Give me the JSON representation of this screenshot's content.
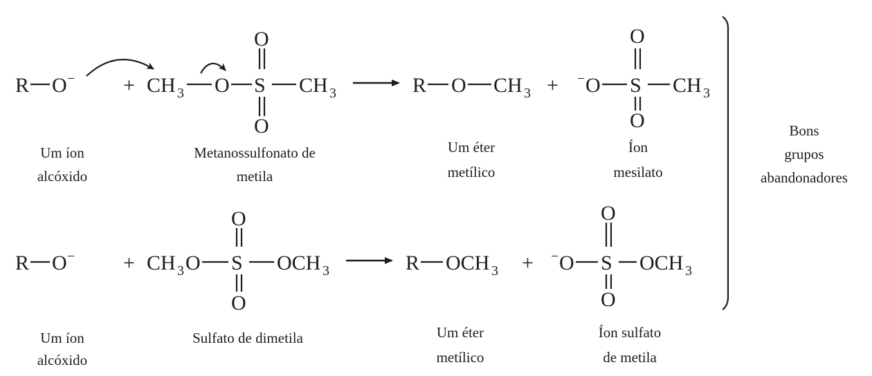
{
  "reaction1": {
    "reactant1": {
      "r": "R",
      "o": "O",
      "charge": "−"
    },
    "plus1": "+",
    "reagent": {
      "c1": "CH",
      "c1_sub": "3",
      "o": "O",
      "s": "S",
      "o_top": "O",
      "o_bottom": "O",
      "c2": "CH",
      "c2_sub": "3"
    },
    "product1": {
      "r": "R",
      "o": "O",
      "c": "CH",
      "c_sub": "3"
    },
    "plus2": "+",
    "product2": {
      "charge": "−",
      "o": "O",
      "s": "S",
      "o_top": "O",
      "o_bottom": "O",
      "c": "CH",
      "c_sub": "3"
    },
    "captions": {
      "reactant1": [
        "Um íon",
        "alcóxido"
      ],
      "reagent": [
        "Metanossulfonato de",
        "metila"
      ],
      "product1": [
        "Um éter",
        "metílico"
      ],
      "product2": [
        "Íon",
        "mesilato"
      ]
    }
  },
  "reaction2": {
    "reactant1": {
      "r": "R",
      "o": "O",
      "charge": "−"
    },
    "plus1": "+",
    "reagent": {
      "left": "CH",
      "left_sub": "3",
      "left_o": "O",
      "s": "S",
      "o_top": "O",
      "o_bottom": "O",
      "right": "OCH",
      "right_sub": "3"
    },
    "product1": {
      "r": "R",
      "right": "OCH",
      "right_sub": "3"
    },
    "plus2": "+",
    "product2": {
      "charge": "−",
      "o": "O",
      "s": "S",
      "o_top": "O",
      "o_bottom": "O",
      "right": "OCH",
      "right_sub": "3"
    },
    "captions": {
      "reactant1": [
        "Um íon",
        "alcóxido"
      ],
      "reagent": [
        "Sulfato de dimetila"
      ],
      "product1": [
        "Um éter",
        "metílico"
      ],
      "product2": [
        "Íon sulfato",
        "de metila"
      ]
    }
  },
  "side_label": [
    "Bons",
    "grupos",
    "abandonadores"
  ]
}
